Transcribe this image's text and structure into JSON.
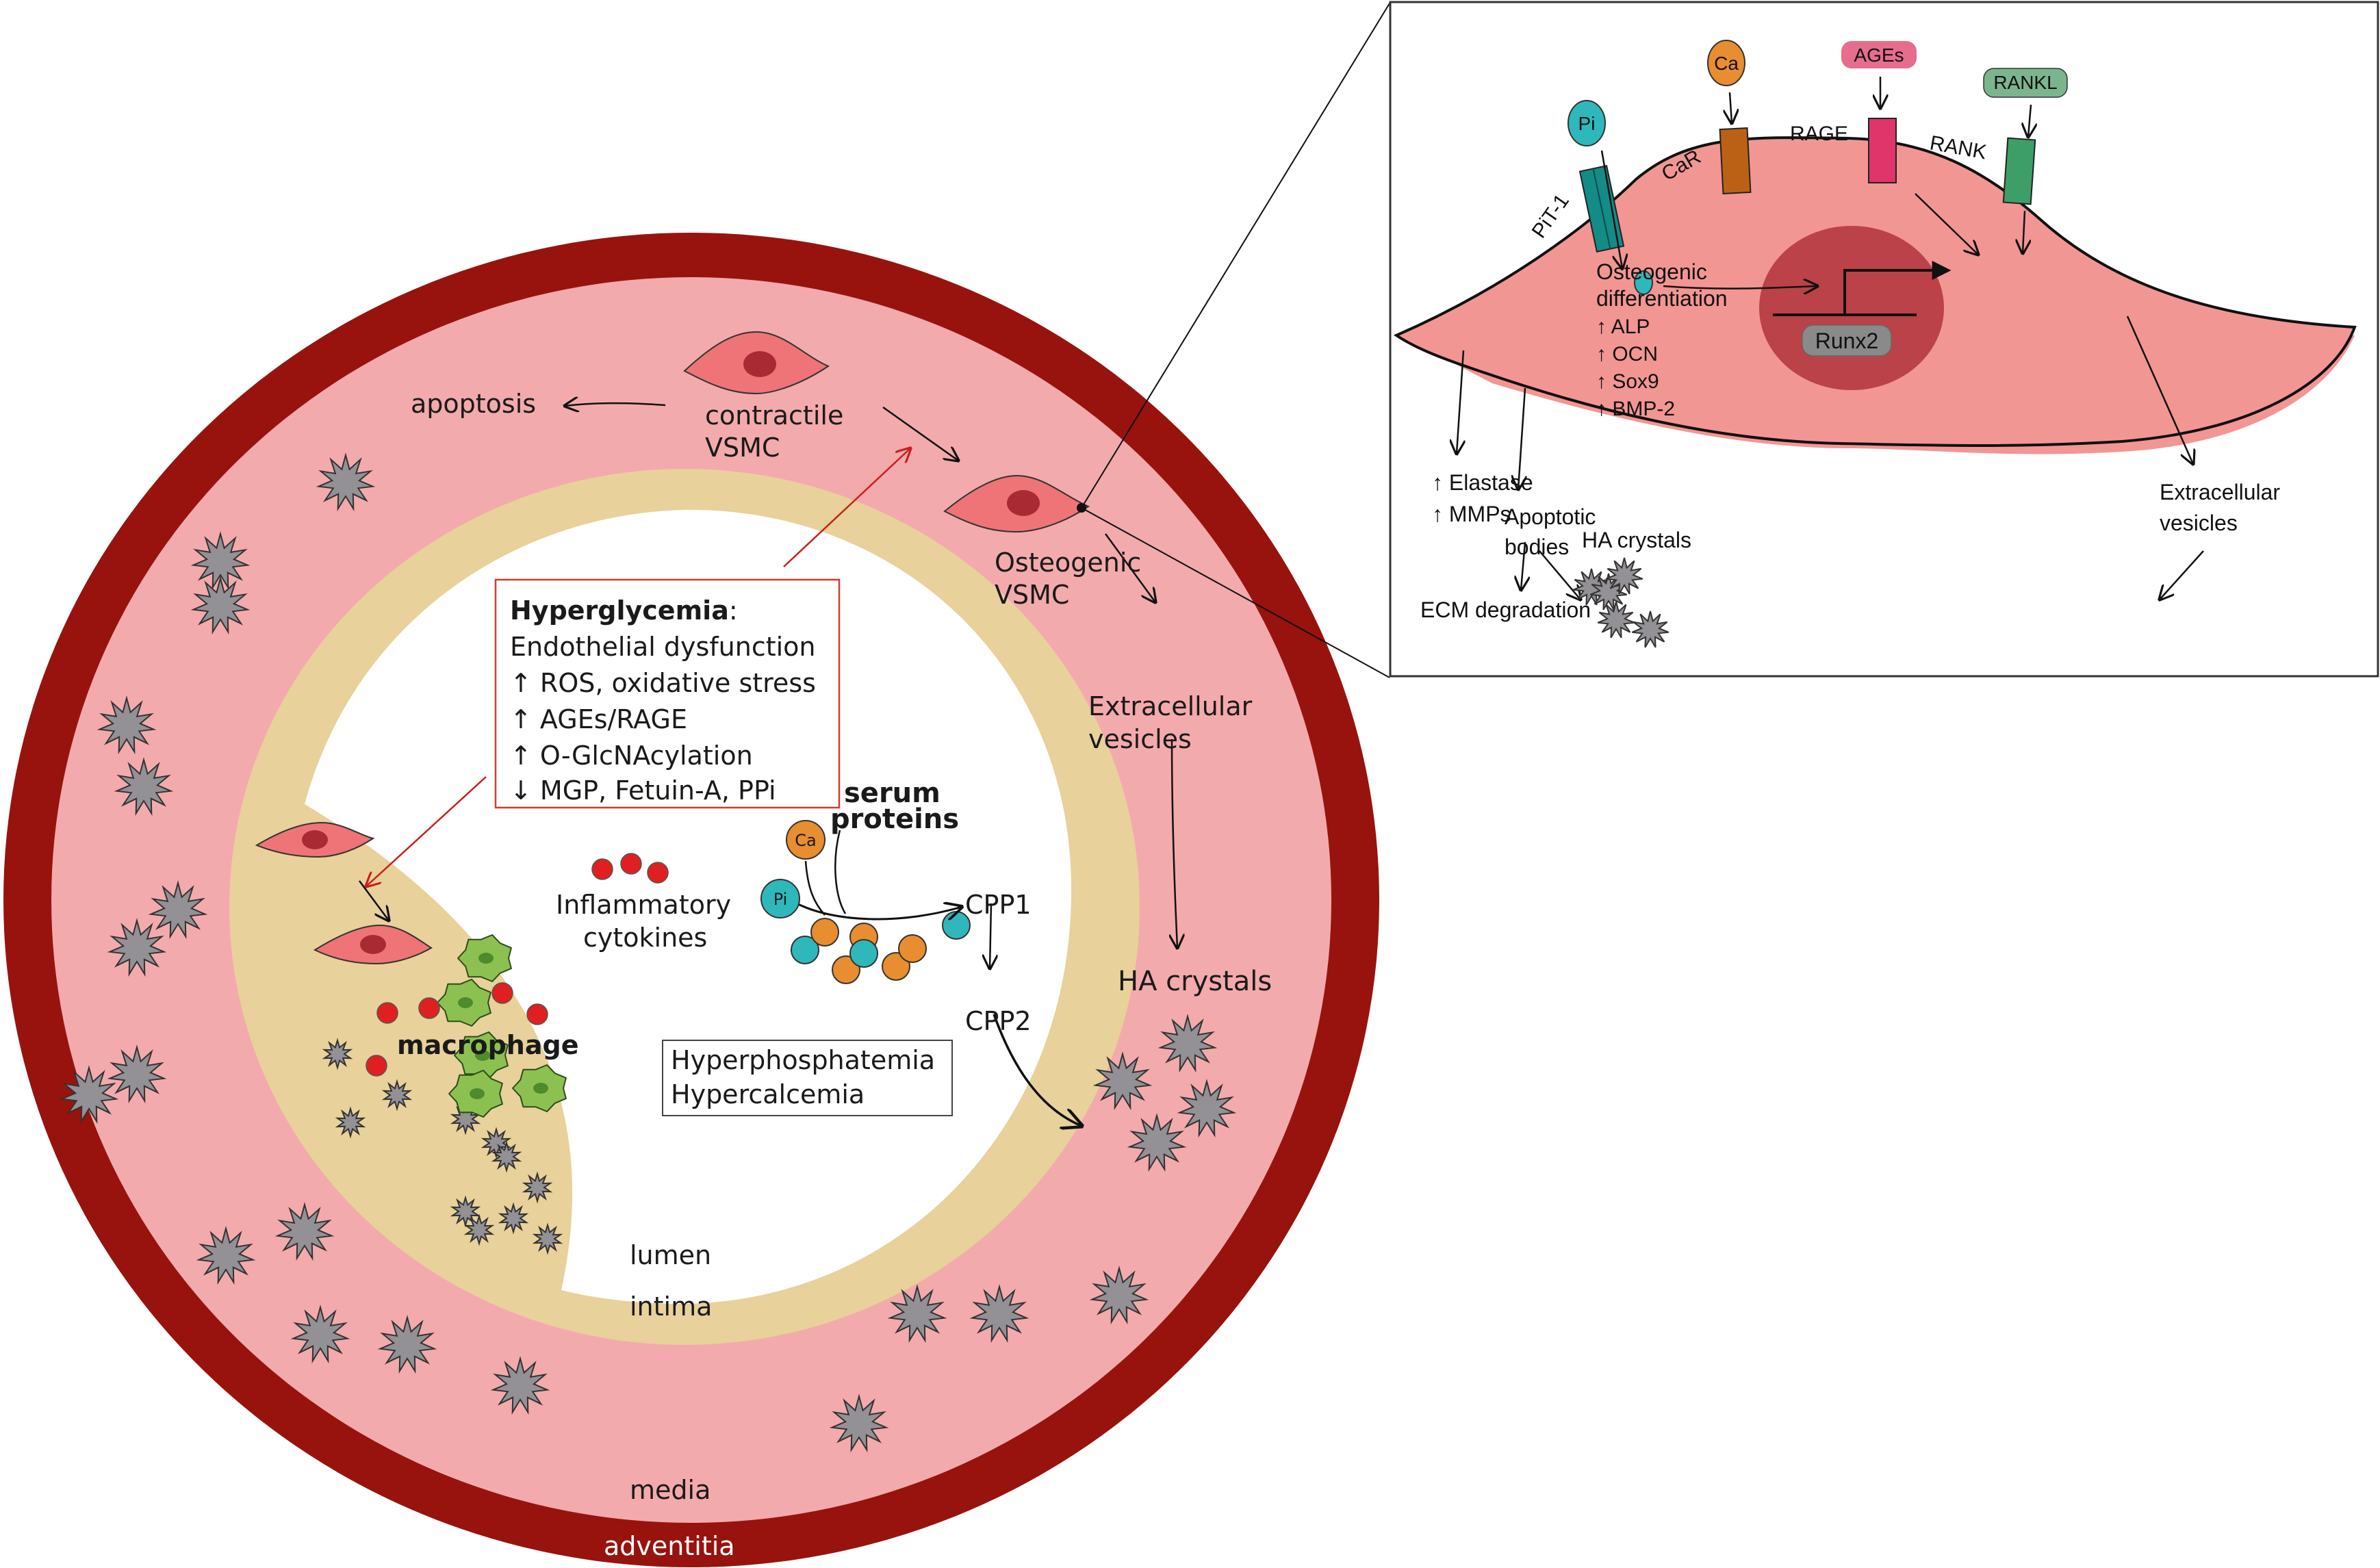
{
  "colors": {
    "adventitia": "#98130e",
    "media": "#f3aaad",
    "intima": "#e8d19a",
    "lumen": "#ffffff",
    "vsmc_body": "#ee7477",
    "vsmc_nucleus": "#a92a33",
    "crystal": "#939196",
    "cytokine": "#e02020",
    "macrophage": "#8cc152",
    "macrophage_nucleus": "#4f8a2c",
    "calcium": "#e88d30",
    "phosphate": "#2fb8bb",
    "hyperglycemia_border": "#d33b2c",
    "red_arrow": "#c8201b",
    "inset_cell": "#f29694",
    "inset_nucleus": "#bb4248",
    "pit1": "#138b87",
    "car": "#bb6115",
    "rage": "#e0356b",
    "rank": "#3d9e68",
    "ages_badge": "#e66d8d",
    "rankl_badge": "#7bb58e",
    "runx2_badge": "#8a8a8a"
  },
  "vessel": {
    "layers": {
      "lumen": "lumen",
      "intima": "intima",
      "media": "media",
      "adventitia": "adventitia"
    },
    "apoptosis": "apoptosis",
    "contractile_vsmc": [
      "contractile",
      "VSMC"
    ],
    "osteogenic_vsmc": [
      "Osteogenic",
      "VSMC"
    ],
    "extracellular_vesicles": [
      "Extracellular",
      "vesicles"
    ],
    "ha_crystals": "HA crystals",
    "macrophage": "macrophage",
    "inflammatory_cytokines": [
      "Inflammatory",
      "cytokines"
    ],
    "serum_proteins": [
      "serum",
      "proteins"
    ],
    "ca": "Ca",
    "pi": "Pi",
    "cpp1": "CPP1",
    "cpp2": "CPP2",
    "mineral_box": [
      "Hyperphosphatemia",
      "Hypercalcemia"
    ],
    "hyperglycemia_box": {
      "title": "Hyperglycemia",
      "title_suffix": ":",
      "lines": [
        "Endothelial dysfunction",
        "↑ ROS, oxidative stress",
        "↑ AGEs/RAGE",
        "↑ O-GlcNAcylation",
        "↓ MGP, Fetuin-A, PPi"
      ]
    }
  },
  "inset": {
    "ligands": {
      "pi": "Pi",
      "ca": "Ca",
      "ages": "AGEs",
      "rankl": "RANKL"
    },
    "receptors": {
      "pit1": "PiT-1",
      "car": "CaR",
      "rage": "RAGE",
      "rank": "RANK"
    },
    "runx2": "Runx2",
    "osteogenic": [
      "Osteogenic",
      "differentiation"
    ],
    "markers": [
      "↑ ALP",
      "↑ OCN",
      "↑ Sox9",
      "↑ BMP-2"
    ],
    "elastase": [
      "↑ Elastase",
      "↑ MMPs"
    ],
    "ecm": "ECM degradation",
    "apoptotic_bodies": [
      "Apoptotic",
      "bodies"
    ],
    "ha_crystals": "HA crystals",
    "extracellular_vesicles": [
      "Extracellular",
      "vesicles"
    ]
  }
}
